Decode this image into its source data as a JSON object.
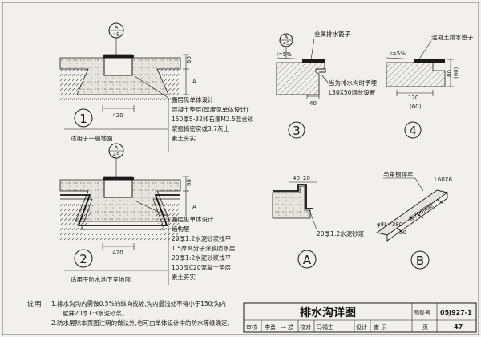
{
  "sheet": {
    "title": "排水沟详图",
    "atlas_label": "图集号",
    "atlas_value": "05J927-1",
    "page_label": "页",
    "page_value": "47",
    "review_label": "审核",
    "review_name": "李勇",
    "check_label": "校对",
    "check_name": "马福生",
    "design_label": "设计",
    "design_name": "崔 乐"
  },
  "details": {
    "d1": {
      "number": "1",
      "ref_top": "A",
      "ref_bottom": "45",
      "width": "420",
      "dim_60": "60",
      "dim_A": "A",
      "caption": "适用于一般地面",
      "layers": [
        "面层见单体设计",
        "混凝土垫层(厚度见单体设计)",
        "150厚5-32卵石灌M2.5混合砂",
        "浆振捣密实或3:7灰土",
        "素土夯实"
      ]
    },
    "d2": {
      "number": "2",
      "ref_top": "A",
      "ref_bottom": "45",
      "width": "420",
      "dim_60": "60",
      "dim_A": "A",
      "caption": "适用于防水地下室地面",
      "layers": [
        "面层见单体设计",
        "结构层",
        "20厚1:2水泥砂浆找平",
        "1.5厚高分子涂膜防水层",
        "20厚1:2水泥砂浆找平",
        "100厚C20混凝土垫层",
        "素土夯实"
      ]
    },
    "d3": {
      "number": "3",
      "ref_top": "A",
      "ref_bottom": "45",
      "slope": "i=5%",
      "cover_label": "金属排水篦子",
      "note_lines": [
        "当为排水沟时予埋",
        "L30X50通长设置"
      ],
      "dim_40": "40"
    },
    "d4": {
      "number": "4",
      "slope": "i=5%",
      "cover_label": "混凝土排水篦子",
      "dim_80": "80",
      "dim_60": "(60)",
      "dim_120": "120",
      "dim_60b": "(60)"
    },
    "dA": {
      "letter": "A",
      "dim_40": "40",
      "dim_20": "20",
      "mortar_note": "20厚1:2水泥砂浆"
    },
    "dB": {
      "letter": "B",
      "weld_note": "与角钢焊牢",
      "steel_label": "L60X6",
      "bar_label": "φ8L=380",
      "dim_50": "50",
      "spacing_label": "每700间距"
    }
  },
  "notes": {
    "heading": "说 明:",
    "items": [
      "1.排水沟沟内需做0.5%的纵向找坡,沟内最浅处不得小于150;沟内",
      "壁抹20厚1:3水泥砂浆。",
      "2.防水层除本页图注明的做法外,也可由单体设计中的防水等级确定。"
    ]
  },
  "colors": {
    "ink": "#1a1a1a",
    "paper": "#f1f0ec",
    "hatch": "#555555"
  }
}
